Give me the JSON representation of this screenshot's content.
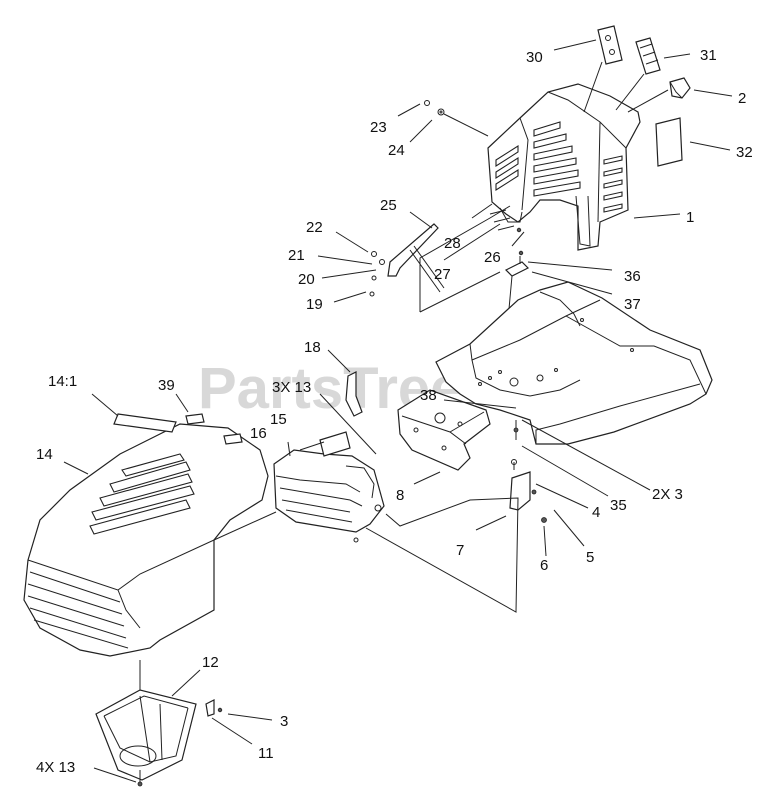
{
  "watermark": {
    "text": "PartsTree",
    "trademark": "TM"
  },
  "callouts": [
    {
      "id": "30",
      "text": "30"
    },
    {
      "id": "31",
      "text": "31"
    },
    {
      "id": "2",
      "text": "2"
    },
    {
      "id": "32",
      "text": "32"
    },
    {
      "id": "23",
      "text": "23"
    },
    {
      "id": "24",
      "text": "24"
    },
    {
      "id": "1",
      "text": "1"
    },
    {
      "id": "25",
      "text": "25"
    },
    {
      "id": "22",
      "text": "22"
    },
    {
      "id": "28",
      "text": "28"
    },
    {
      "id": "21",
      "text": "21"
    },
    {
      "id": "26",
      "text": "26"
    },
    {
      "id": "20",
      "text": "20"
    },
    {
      "id": "27",
      "text": "27"
    },
    {
      "id": "36",
      "text": "36"
    },
    {
      "id": "19",
      "text": "19"
    },
    {
      "id": "37",
      "text": "37"
    },
    {
      "id": "18",
      "text": "18"
    },
    {
      "id": "14_1",
      "text": "14:1"
    },
    {
      "id": "39",
      "text": "39"
    },
    {
      "id": "3x13",
      "text": "3X 13"
    },
    {
      "id": "38",
      "text": "38"
    },
    {
      "id": "15",
      "text": "15"
    },
    {
      "id": "16",
      "text": "16"
    },
    {
      "id": "14",
      "text": "14"
    },
    {
      "id": "8",
      "text": "8"
    },
    {
      "id": "2x3",
      "text": "2X 3"
    },
    {
      "id": "35",
      "text": "35"
    },
    {
      "id": "4",
      "text": "4"
    },
    {
      "id": "7",
      "text": "7"
    },
    {
      "id": "5",
      "text": "5"
    },
    {
      "id": "6",
      "text": "6"
    },
    {
      "id": "12",
      "text": "12"
    },
    {
      "id": "3",
      "text": "3"
    },
    {
      "id": "11",
      "text": "11"
    },
    {
      "id": "4x13",
      "text": "4X 13"
    }
  ]
}
